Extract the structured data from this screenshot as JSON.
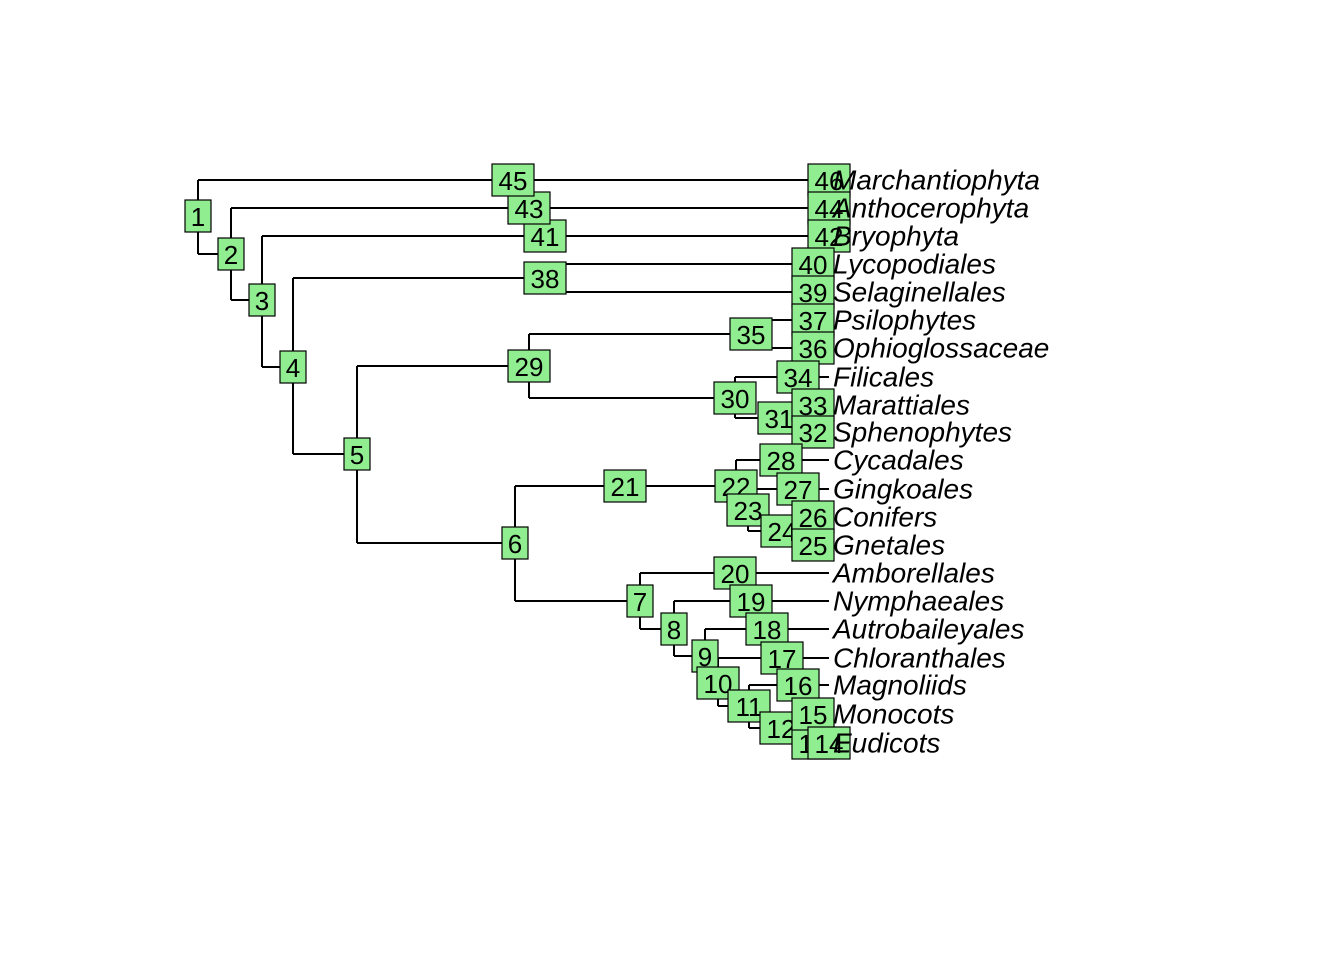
{
  "colors": {
    "node_fill": "#90ee90",
    "stroke": "#000000",
    "background": "#ffffff"
  },
  "tips": [
    {
      "node": "46",
      "label": "Marchantiophyta"
    },
    {
      "node": "44",
      "label": "Anthocerophyta"
    },
    {
      "node": "42",
      "label": "Bryophyta"
    },
    {
      "node": "40",
      "label": "Lycopodiales"
    },
    {
      "node": "39",
      "label": "Selaginellales"
    },
    {
      "node": "37",
      "label": "Psilophytes"
    },
    {
      "node": "36",
      "label": "Ophioglossaceae"
    },
    {
      "node": "34",
      "label": "Filicales"
    },
    {
      "node": "33",
      "label": "Marattiales"
    },
    {
      "node": "32",
      "label": "Sphenophytes"
    },
    {
      "node": "28",
      "label": "Cycadales"
    },
    {
      "node": "27",
      "label": "Gingkoales"
    },
    {
      "node": "26",
      "label": "Conifers"
    },
    {
      "node": "25",
      "label": "Gnetales"
    },
    {
      "node": "20",
      "label": "Amborellales"
    },
    {
      "node": "19",
      "label": "Nymphaeales"
    },
    {
      "node": "18",
      "label": "Autrobaileyales"
    },
    {
      "node": "17",
      "label": "Chloranthales"
    },
    {
      "node": "16",
      "label": "Magnoliids"
    },
    {
      "node": "15",
      "label": "Monocots"
    },
    {
      "node": "14",
      "label": "Eudicots"
    }
  ],
  "internal_nodes": [
    "1",
    "2",
    "3",
    "4",
    "5",
    "6",
    "7",
    "8",
    "9",
    "10",
    "11",
    "12",
    "13",
    "21",
    "22",
    "23",
    "24",
    "29",
    "30",
    "31",
    "35",
    "38",
    "41",
    "43",
    "45"
  ],
  "edges": [
    [
      "1",
      "45"
    ],
    [
      "1",
      "2"
    ],
    [
      "45",
      "46"
    ],
    [
      "2",
      "43"
    ],
    [
      "2",
      "3"
    ],
    [
      "43",
      "44"
    ],
    [
      "3",
      "41"
    ],
    [
      "3",
      "4"
    ],
    [
      "41",
      "42"
    ],
    [
      "4",
      "38"
    ],
    [
      "4",
      "5"
    ],
    [
      "38",
      "39"
    ],
    [
      "38",
      "40"
    ],
    [
      "5",
      "29"
    ],
    [
      "5",
      "6"
    ],
    [
      "29",
      "35"
    ],
    [
      "29",
      "30"
    ],
    [
      "35",
      "37"
    ],
    [
      "35",
      "36"
    ],
    [
      "30",
      "34"
    ],
    [
      "30",
      "31"
    ],
    [
      "31",
      "33"
    ],
    [
      "31",
      "32"
    ],
    [
      "6",
      "21"
    ],
    [
      "6",
      "7"
    ],
    [
      "21",
      "22"
    ],
    [
      "22",
      "28"
    ],
    [
      "22",
      "23"
    ],
    [
      "23",
      "27"
    ],
    [
      "23",
      "24"
    ],
    [
      "24",
      "26"
    ],
    [
      "24",
      "25"
    ],
    [
      "7",
      "20"
    ],
    [
      "7",
      "8"
    ],
    [
      "8",
      "19"
    ],
    [
      "8",
      "9"
    ],
    [
      "9",
      "18"
    ],
    [
      "9",
      "10"
    ],
    [
      "10",
      "17"
    ],
    [
      "10",
      "11"
    ],
    [
      "11",
      "16"
    ],
    [
      "11",
      "12"
    ],
    [
      "12",
      "15"
    ],
    [
      "12",
      "13"
    ],
    [
      "13",
      "14"
    ]
  ]
}
